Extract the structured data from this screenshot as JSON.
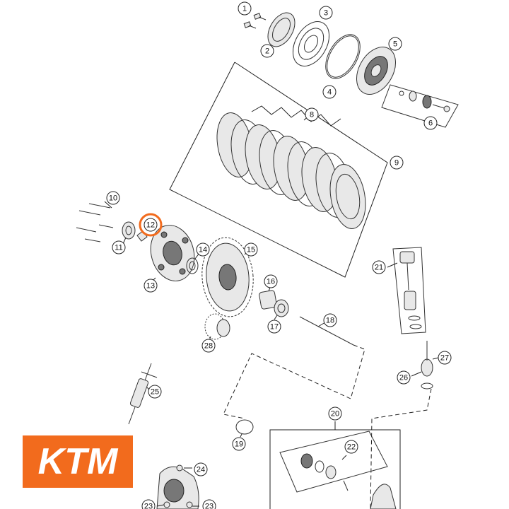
{
  "diagram": {
    "callouts": [
      "1",
      "2",
      "3",
      "4",
      "5",
      "6",
      "8",
      "9",
      "10",
      "11",
      "12",
      "13",
      "14",
      "15",
      "16",
      "17",
      "18",
      "19",
      "20",
      "21",
      "22",
      "23",
      "24",
      "25",
      "26",
      "27",
      "28"
    ],
    "highlighted_callout": "12",
    "highlight_color": "#f26b1d",
    "brand_color": "#f26b1d"
  },
  "logo": {
    "text": "KTM"
  }
}
